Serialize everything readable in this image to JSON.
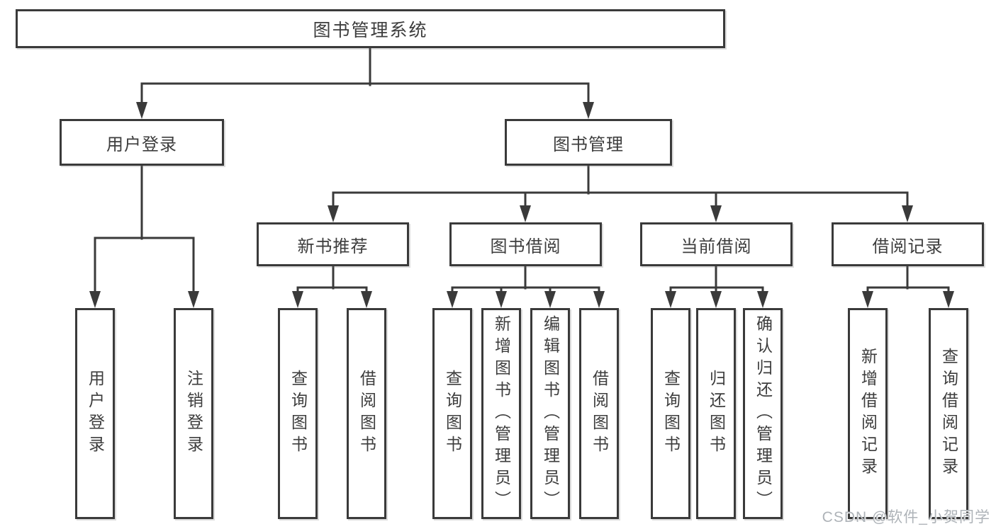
{
  "tree": {
    "label": "图书管理系统",
    "children": [
      {
        "label": "用户登录",
        "children": [
          {
            "label": "用户登录"
          },
          {
            "label": "注销登录"
          }
        ]
      },
      {
        "label": "图书管理",
        "children": [
          {
            "label": "新书推荐",
            "children": [
              {
                "label": "查询图书"
              },
              {
                "label": "借阅图书"
              }
            ]
          },
          {
            "label": "图书借阅",
            "children": [
              {
                "label": "查询图书"
              },
              {
                "label": "新增图书（管理员）"
              },
              {
                "label": "编辑图书（管理员）"
              },
              {
                "label": "借阅图书"
              }
            ]
          },
          {
            "label": "当前借阅",
            "children": [
              {
                "label": "查询图书"
              },
              {
                "label": "归还图书"
              },
              {
                "label": "确认归还（管理员）"
              }
            ]
          },
          {
            "label": "借阅记录",
            "children": [
              {
                "label": "新增借阅记录"
              },
              {
                "label": "查询借阅记录"
              }
            ]
          }
        ]
      }
    ]
  },
  "watermark": {
    "text": "CSDN @软件_小贺同学"
  },
  "colors": {
    "line": "#3a3a3a",
    "text": "#3d3d3d",
    "watermark": "#aeb3b8",
    "background": "#ffffff"
  }
}
